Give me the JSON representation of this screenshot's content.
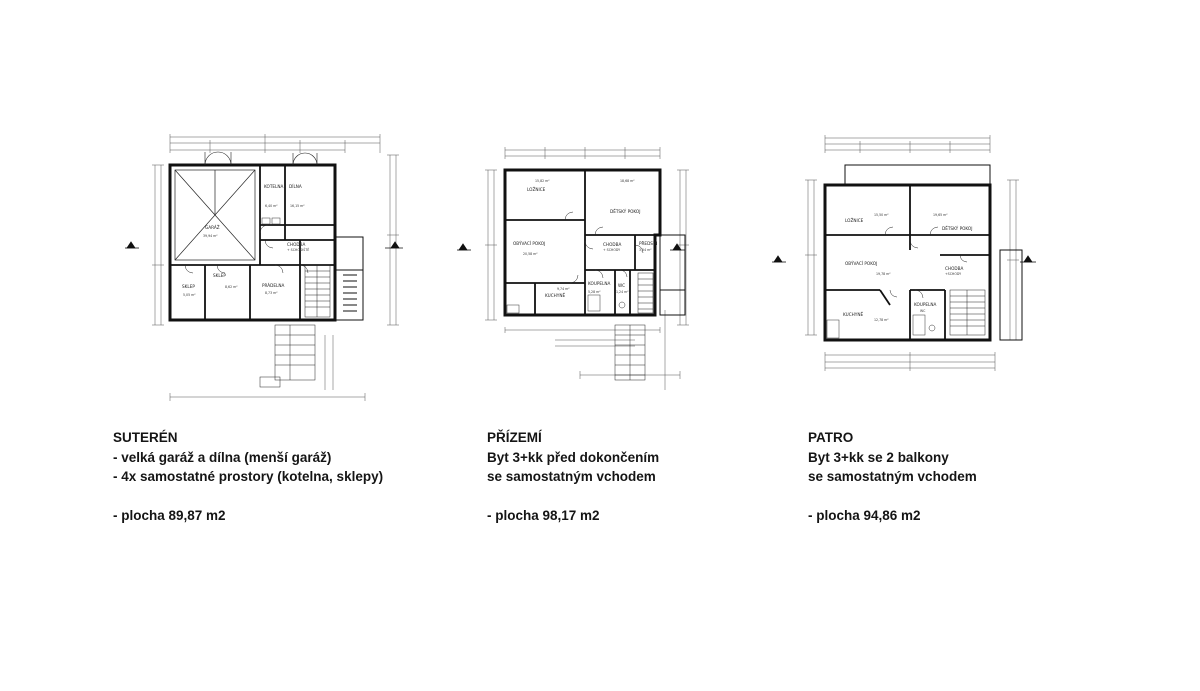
{
  "plans": [
    {
      "id": "suteren",
      "title": "SUTERÉN",
      "lines": [
        "- velká garáž a dílna (menší garáž)",
        "- 4x samostatné prostory (kotelna, sklepy)"
      ],
      "area": "- plocha 89,87 m2",
      "rooms": [
        {
          "name": "GARÁŽ",
          "area": "39,94 m²"
        },
        {
          "name": "KOTELNA",
          "area": "6,40 m²"
        },
        {
          "name": "DÍLNA",
          "area": "16,15 m²"
        },
        {
          "name": "CHODBA",
          "area": "+ SCHODIŠTĚ"
        },
        {
          "name": "SKLEP",
          "area": "5,05 m²"
        },
        {
          "name": "SKLEP",
          "area": "8,62 m²"
        },
        {
          "name": "PRÁDELNA",
          "area": "8,73 m²"
        }
      ]
    },
    {
      "id": "prizemi",
      "title": "PŘÍZEMÍ",
      "lines": [
        "Byt 3+kk před dokončením",
        "se samostatným vchodem"
      ],
      "area": "- plocha 98,17 m2",
      "rooms": [
        {
          "name": "LOŽNICE",
          "area": "15,82 m²"
        },
        {
          "name": "DĚTSKÝ POKOJ",
          "area": "18,68 m²"
        },
        {
          "name": "OBÝVACÍ POKOJ",
          "area": "20,58 m²"
        },
        {
          "name": "CHODBA",
          "area": "+ SCHODY"
        },
        {
          "name": "PŘEDSÍŇ",
          "area": "3,54 m²"
        },
        {
          "name": "KUCHYNĚ",
          "area": "9,74 m²"
        },
        {
          "name": "KOUPELNA",
          "area": "5,28 m²"
        },
        {
          "name": "WC",
          "area": "1,24 m²"
        }
      ]
    },
    {
      "id": "patro",
      "title": "PATRO",
      "lines": [
        "Byt 3+kk se 2 balkony",
        "se samostatným vchodem"
      ],
      "area": "- plocha 94,86 m2",
      "rooms": [
        {
          "name": "LOŽNICE",
          "area": "15,50 m²"
        },
        {
          "name": "DĚTSKÝ POKOJ",
          "area": "19,65 m²"
        },
        {
          "name": "OBÝVACÍ POKOJ",
          "area": "19,78 m²"
        },
        {
          "name": "CHODBA",
          "area": "+SCHODY"
        },
        {
          "name": "KUCHYNĚ",
          "area": "12,78 m²"
        },
        {
          "name": "KOUPELNA",
          "area": "WC"
        }
      ]
    }
  ]
}
